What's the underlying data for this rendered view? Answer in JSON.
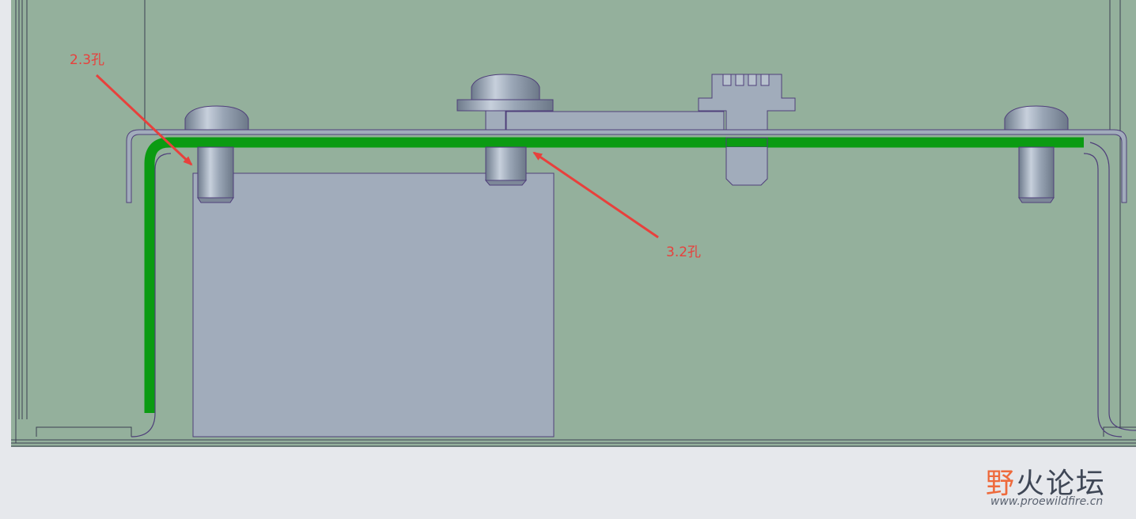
{
  "annotations": [
    {
      "id": "hole-a",
      "label": "2.3孔"
    },
    {
      "id": "hole-b",
      "label": "3.2孔"
    }
  ],
  "watermark": {
    "title_first": "野",
    "title_rest": "火论坛",
    "url": "www.proewildfire.cn"
  },
  "colors": {
    "viewport_background": "#94b09c",
    "page_background": "#e6e8ec",
    "part_fill": "#a1acbb",
    "part_edge": "#4f3f7a",
    "highlight_path": "#0b9b12",
    "annotation": "#e8403c",
    "watermark_accent": "#ee6a3c"
  }
}
